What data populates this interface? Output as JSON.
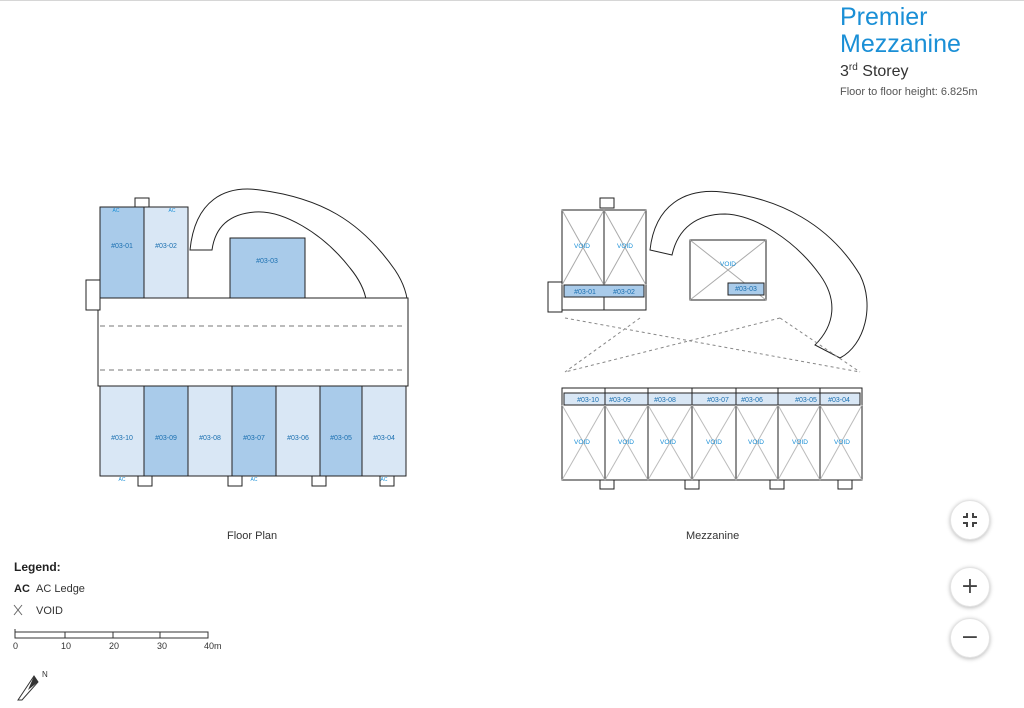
{
  "header": {
    "title_line1": "Premier",
    "title_line2": "Mezzanine",
    "storey_num": "3",
    "storey_sup": "rd",
    "storey_word": "Storey",
    "floor_height": "Floor to floor height: 6.825m"
  },
  "floor_plan": {
    "caption": "Floor Plan",
    "top_units": [
      "#03-01",
      "#03-02",
      "#03-03"
    ],
    "bottom_units": [
      "#03-10",
      "#03-09",
      "#03-08",
      "#03-07",
      "#03-06",
      "#03-05",
      "#03-04"
    ],
    "ac_label": "AC"
  },
  "mezzanine": {
    "caption": "Mezzanine",
    "top_units": [
      "#03-01",
      "#03-02",
      "#03-03"
    ],
    "bottom_units": [
      "#03-10",
      "#03-09",
      "#03-08",
      "#03-07",
      "#03-06",
      "#03-05",
      "#03-04"
    ],
    "void_label": "VOID"
  },
  "legend": {
    "title": "Legend:",
    "ac_abbrev": "AC",
    "ac_label": "AC Ledge",
    "void_label": "VOID"
  },
  "scale_bar": {
    "ticks": [
      "0",
      "10",
      "20",
      "30",
      "40m"
    ]
  },
  "compass": {
    "label": "N"
  },
  "controls": {
    "fit_icon": "collapse-icon",
    "zoom_in_label": "+",
    "zoom_out_label": "−"
  },
  "colors": {
    "accent": "#1a8fd6",
    "unit_dark": "#a9cbea",
    "unit_light": "#d9e7f5"
  }
}
